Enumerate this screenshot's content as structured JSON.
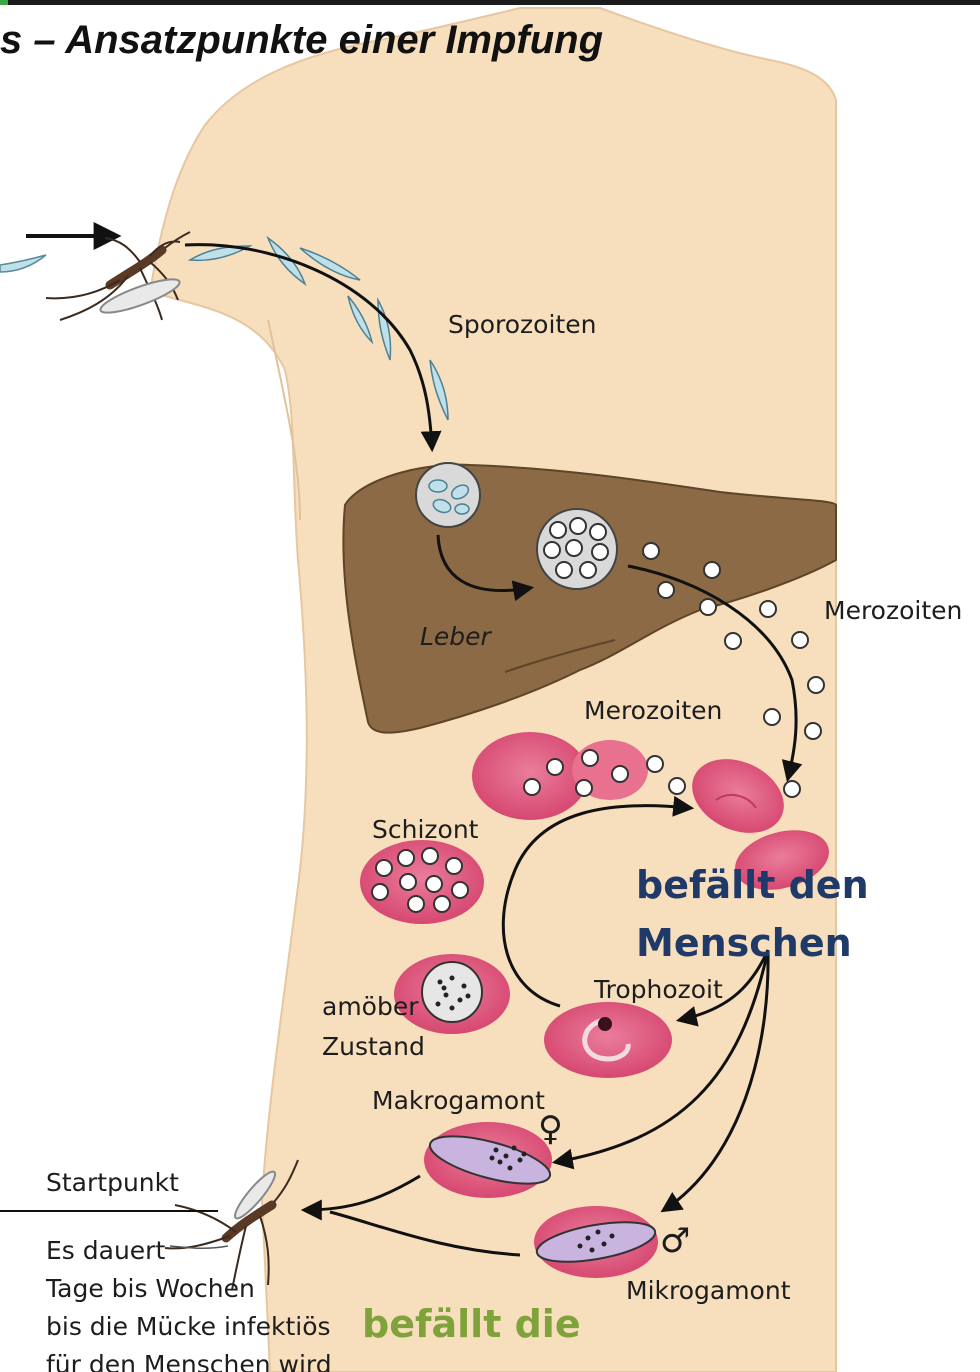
{
  "header": {
    "title": "s – Ansatzpunkte einer Impfung"
  },
  "labels": {
    "sporozoiten": "Sporozoiten",
    "leber": "Leber",
    "merozoiten_right": "Merozoiten",
    "merozoiten_mid": "Merozoiten",
    "schizont": "Schizont",
    "amoeboid_line1": "amöber",
    "amoeboid_line2": "Zustand",
    "trophozoit": "Trophozoit",
    "makrogamont": "Makrogamont",
    "mikrogamont": "Mikrogamont",
    "startpunkt": "Startpunkt",
    "female_symbol": "♀",
    "male_symbol": "♂"
  },
  "note": {
    "line1": "Es dauert",
    "line2": "Tage bis Wochen",
    "line3": "bis die Mücke infektiös",
    "line4": "für den Menschen wird"
  },
  "callouts": {
    "human_line1": "befällt den",
    "human_line2": "Menschen",
    "mosquito": "befällt die"
  },
  "colors": {
    "skin": "#f7dfbd",
    "liver": "#8b6a45",
    "red_cell": "#e0557a",
    "gamont": "#c9b4e0",
    "human_callout": "#1f3a68",
    "mosquito_callout": "#7fa23a"
  }
}
